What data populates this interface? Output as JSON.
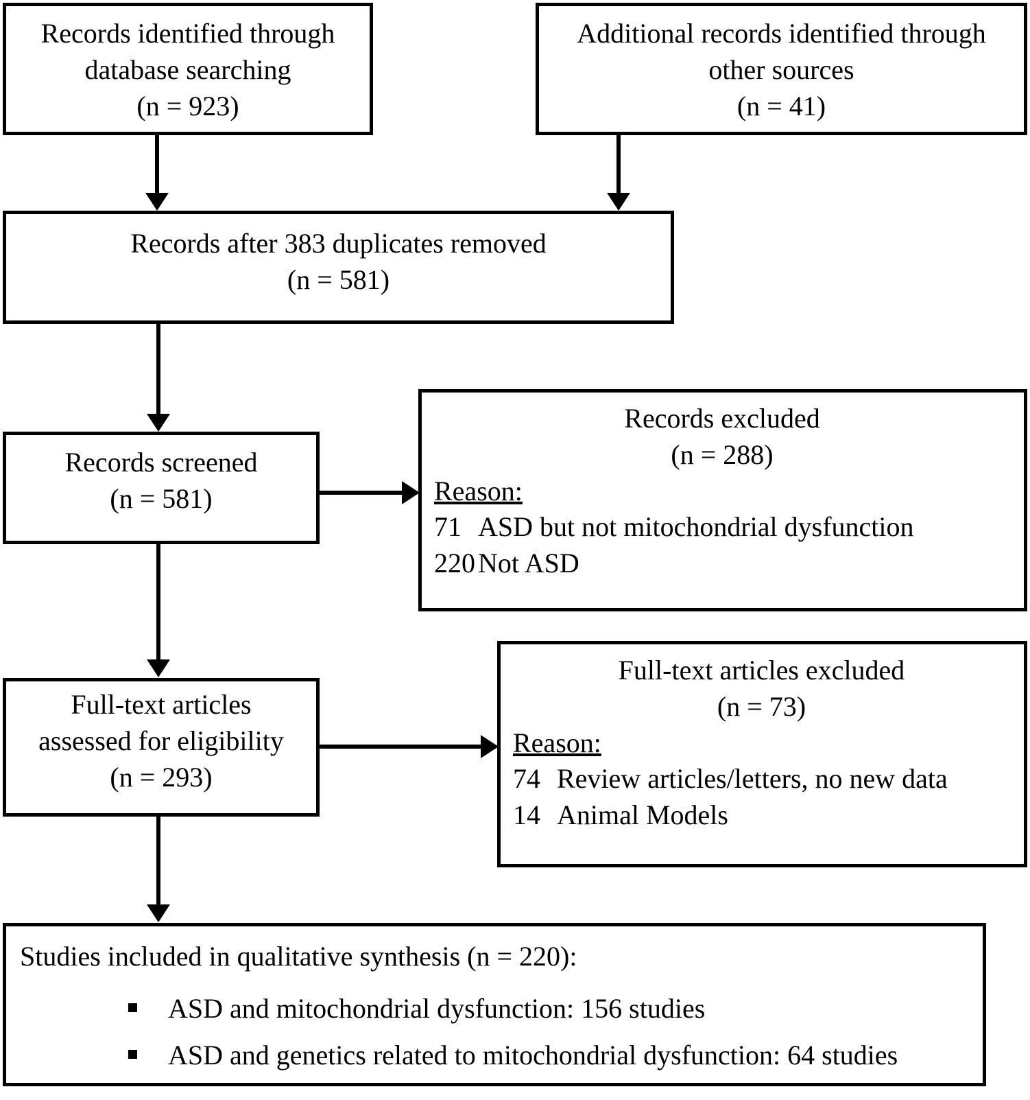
{
  "diagram": {
    "title": "PRISMA flow diagram",
    "type": "flowchart",
    "stroke_color": "#000000",
    "background_color": "#ffffff"
  },
  "boxes": {
    "identified_db": {
      "line1": "Records identified through",
      "line2": "database searching",
      "line3": "(n = 923)"
    },
    "identified_other": {
      "line1": "Additional records identified through",
      "line2": "other sources",
      "line3": "(n = 41)"
    },
    "duplicates_removed": {
      "line1": "Records after 383 duplicates removed",
      "line2": "(n = 581)"
    },
    "records_screened": {
      "line1": "Records screened",
      "line2": "(n = 581)"
    },
    "records_excluded": {
      "line1": "Records excluded",
      "line2": "(n = 288)",
      "reason_label": "Reason:",
      "reasons": [
        {
          "count": "71",
          "text": "ASD but not mitochondrial dysfunction"
        },
        {
          "count": "220",
          "text": "Not ASD"
        }
      ]
    },
    "fulltext_assessed": {
      "line1": "Full-text articles",
      "line2": "assessed for eligibility",
      "line3": "(n = 293)"
    },
    "fulltext_excluded": {
      "line1": "Full-text articles excluded",
      "line2": "(n = 73)",
      "reason_label": "Reason:",
      "reasons": [
        {
          "count": "74",
          "text": "Review articles/letters, no new data"
        },
        {
          "count": "14",
          "text": "Animal Models"
        }
      ]
    },
    "included_summary": {
      "heading": "Studies included in qualitative synthesis (n = 220):",
      "bullets": [
        "ASD and mitochondrial dysfunction: 156 studies",
        "ASD and genetics related to mitochondrial dysfunction: 64 studies"
      ]
    }
  }
}
